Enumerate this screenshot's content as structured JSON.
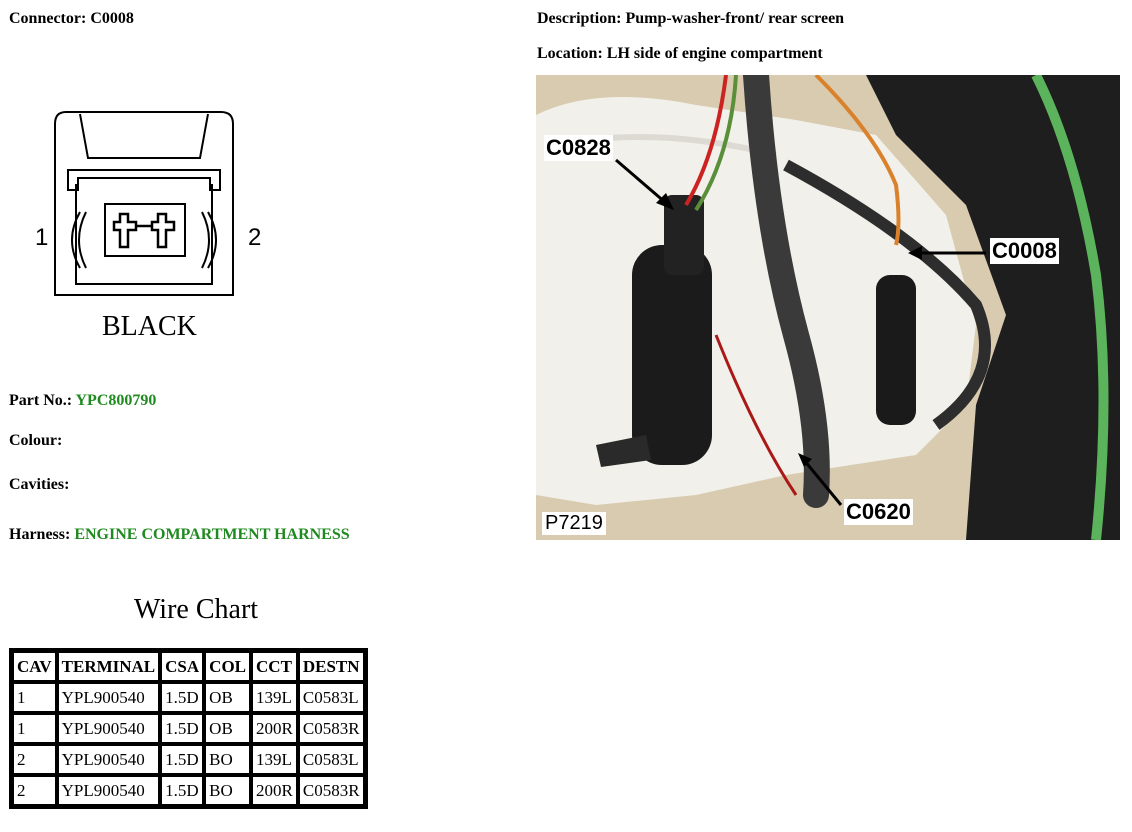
{
  "connector": {
    "label": "Connector:",
    "value": "C0008",
    "cavity_left": "1",
    "cavity_right": "2",
    "color_label": "BLACK"
  },
  "description": {
    "label": "Description:",
    "value": "Pump-washer-front/ rear screen"
  },
  "location": {
    "label": "Location:",
    "value": "LH side of engine compartment"
  },
  "part_no": {
    "label": "Part No.:",
    "value": "YPC800790"
  },
  "colour": {
    "label": "Colour:",
    "value": ""
  },
  "cavities": {
    "label": "Cavities:",
    "value": ""
  },
  "harness": {
    "label": "Harness:",
    "value": "ENGINE COMPARTMENT HARNESS"
  },
  "photo": {
    "callouts": [
      "C0828",
      "C0008",
      "C0620"
    ],
    "ref": "P7219"
  },
  "wire_chart": {
    "title": "Wire Chart",
    "headers": [
      "CAV",
      "TERMINAL",
      "CSA",
      "COL",
      "CCT",
      "DESTN"
    ],
    "rows": [
      [
        "1",
        "YPL900540",
        "1.5D",
        "OB",
        "139L",
        "C0583L"
      ],
      [
        "1",
        "YPL900540",
        "1.5D",
        "OB",
        "200R",
        "C0583R"
      ],
      [
        "2",
        "YPL900540",
        "1.5D",
        "BO",
        "139L",
        "C0583L"
      ],
      [
        "2",
        "YPL900540",
        "1.5D",
        "BO",
        "200R",
        "C0583R"
      ]
    ]
  },
  "colors": {
    "value_text": "#1f8a1f"
  }
}
